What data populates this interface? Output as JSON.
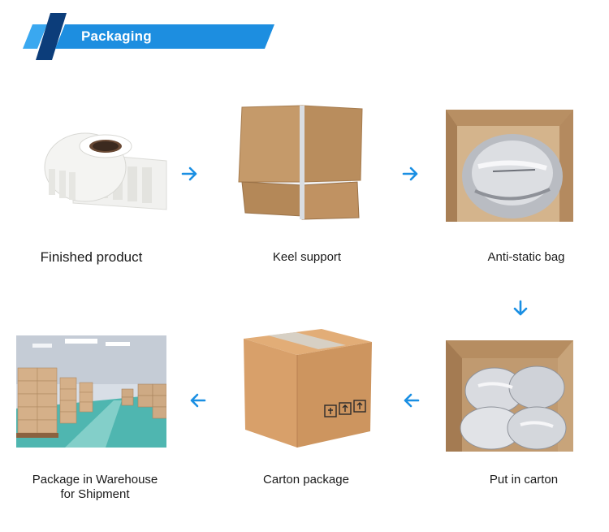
{
  "header": {
    "title": "Packaging"
  },
  "colors": {
    "accent": "#1d8ee0",
    "accent_dark": "#0c3d7a",
    "arrow": "#1a8fe3"
  },
  "steps": [
    {
      "label": "Finished product",
      "image": "label-roll"
    },
    {
      "label": "Keel support",
      "image": "cardboard-box-with-roll"
    },
    {
      "label": "Anti-static bag",
      "image": "box-with-silver-bag"
    },
    {
      "label": "Put in carton",
      "image": "carton-with-four-bags"
    },
    {
      "label": "Carton package",
      "image": "sealed-carton"
    },
    {
      "label": "Package in Warehouse",
      "label2": "for Shipment",
      "image": "warehouse-pallets"
    }
  ],
  "flow_arrows": [
    "arrow-right",
    "arrow-right",
    "arrow-down",
    "arrow-left",
    "arrow-left"
  ]
}
